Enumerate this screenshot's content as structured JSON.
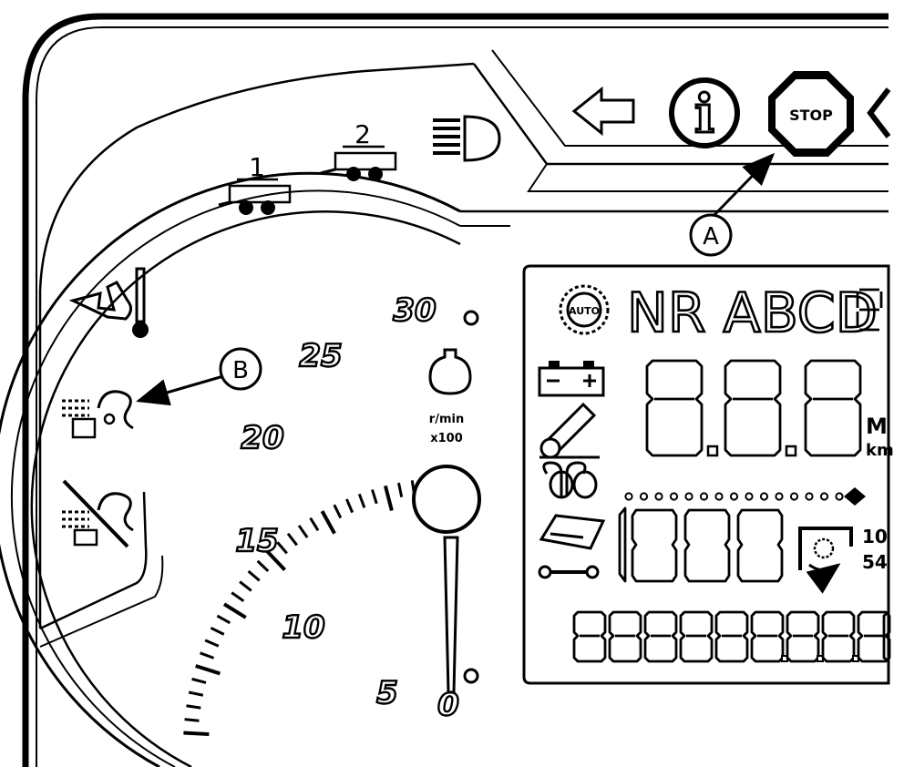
{
  "callouts": {
    "a": "A",
    "b": "B"
  },
  "trailers": {
    "first": "1",
    "second": "2"
  },
  "warning": {
    "info": "i",
    "stop": "STOP"
  },
  "lcd": {
    "auto": "AUTO",
    "gear_text": "NR ABCD",
    "unit_top": "M",
    "unit_bottom": "km",
    "side_top": "10",
    "side_bottom": "54"
  },
  "tachometer": {
    "scale_labels": [
      "30",
      "25",
      "20",
      "15",
      "10",
      "5",
      "0"
    ],
    "unit_top": "r/min",
    "unit_bottom": "x100"
  }
}
